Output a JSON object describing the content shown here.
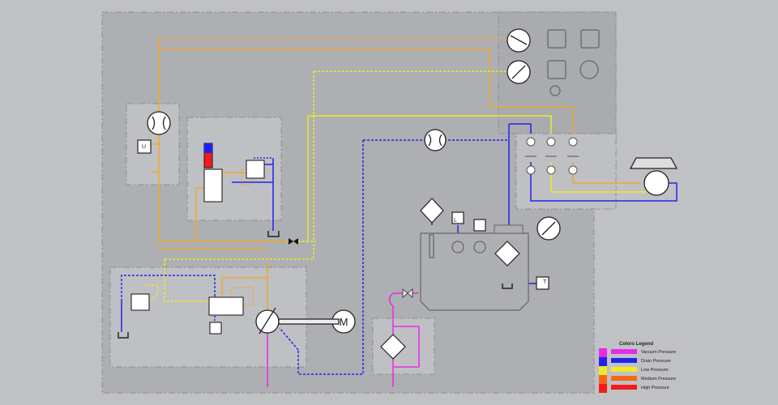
{
  "diagram": {
    "motor_label": "M",
    "sensor_labels": {
      "voltage": "U",
      "level": "L",
      "temperature": "T"
    }
  },
  "legend": {
    "title": "Colors Legend",
    "items": [
      {
        "label": "Vacuum Pressure",
        "color": "#e82ae8"
      },
      {
        "label": "Drain Pressure",
        "color": "#2222ee"
      },
      {
        "label": "Low Pressure",
        "color": "#eeea2a"
      },
      {
        "label": "Medium Pressure",
        "color": "#f8661a"
      },
      {
        "label": "High Pressure",
        "color": "#f81a1a"
      }
    ]
  },
  "colors": {
    "background": "#c0c1c4",
    "panel": "#adafb2",
    "subpanel": "#bfc0c3",
    "line_orange": "#f0a830",
    "line_yellow": "#eeea2a",
    "line_blue": "#2222ee",
    "line_magenta": "#e82ae8"
  }
}
